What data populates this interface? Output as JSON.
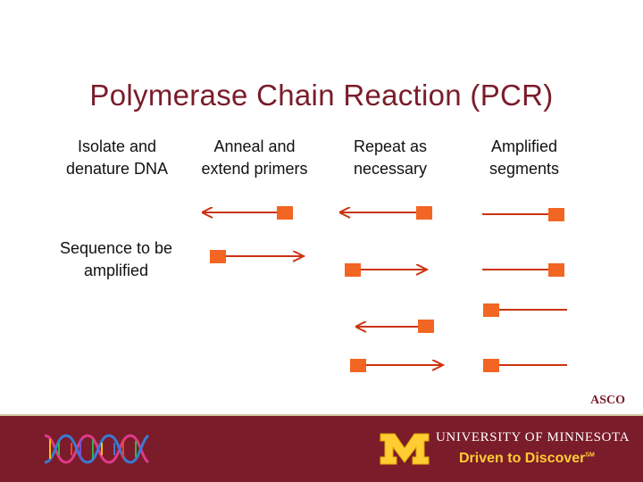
{
  "slide": {
    "title": "Polymerase Chain Reaction (PCR)",
    "columns": [
      {
        "heading": "Isolate and\ndenature DNA"
      },
      {
        "heading": "Anneal and\nextend primers"
      },
      {
        "heading": "Repeat as\nnecessary"
      },
      {
        "heading": "Amplified\nsegments"
      }
    ],
    "row_label": "Sequence to be\namplified",
    "source_label": "ASCO"
  },
  "footer": {
    "university_name": "UNIVERSITY OF MINNESOTA",
    "tagline": "Driven to Discover",
    "trademark": "SM",
    "university_name_display": "University of Minnesota"
  },
  "colors": {
    "title": "#7a1c2a",
    "primer": "#f26522",
    "strand": "#cc3311",
    "footer_bg": "#7a1c2a",
    "tagline": "#ffcc33"
  }
}
